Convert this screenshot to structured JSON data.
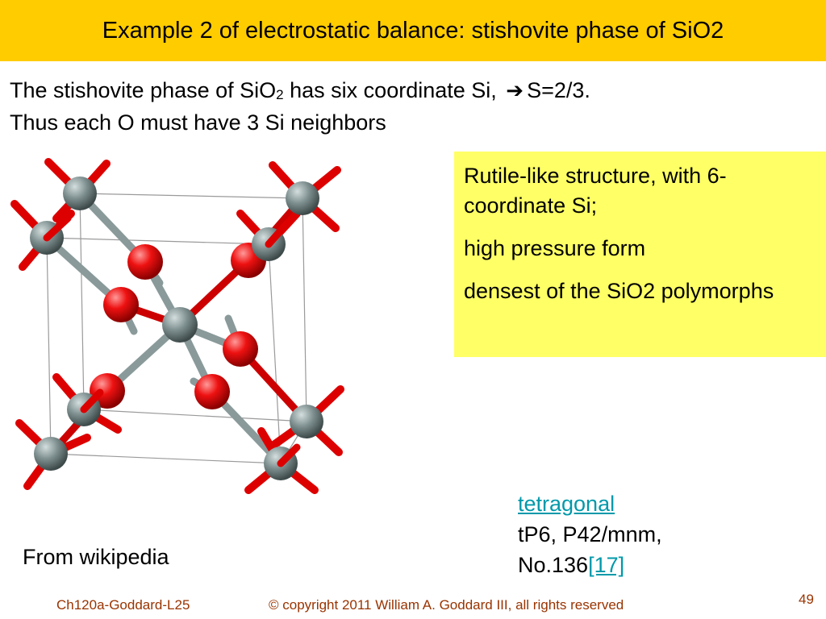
{
  "header": {
    "title": "Example 2 of electrostatic balance: stishovite phase of SiO2"
  },
  "intro": {
    "line1_pre": "The stishovite phase of SiO",
    "line1_sub": "2",
    "line1_post": " has six coordinate Si,",
    "line1_arrow": "➔",
    "line1_result": "S=2/3.",
    "line2": "Thus each O must have 3 Si neighbors"
  },
  "notes": {
    "items": [
      "Rutile-like structure, with 6-coordinate Si;",
      "high pressure form",
      "densest of the SiO2 polymorphs"
    ]
  },
  "source": {
    "label": "From wikipedia"
  },
  "lattice": {
    "system_link": "tetragonal",
    "space_group": "tP6, P42/mnm,",
    "number": "No.136",
    "ref_link": "[17]"
  },
  "footer": {
    "course": "Ch120a-Goddard-L25",
    "copyright": "© copyright 2011 William A. Goddard III, all rights reserved",
    "page_number": "49"
  },
  "colors": {
    "title_bg": "#ffcc00",
    "note_bg": "#ffff66",
    "link": "#0099aa",
    "footer_text": "#993300",
    "oxygen": "#dd0000",
    "silicon": "#778888"
  }
}
